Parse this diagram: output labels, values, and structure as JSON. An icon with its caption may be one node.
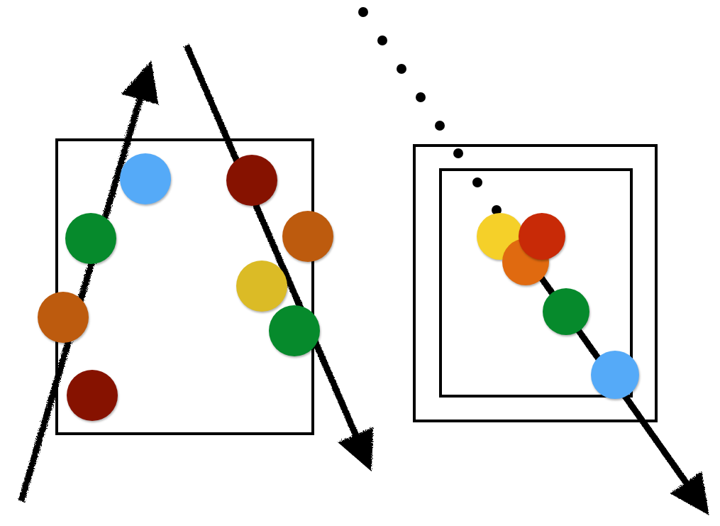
{
  "diagram": {
    "nodes": [
      {
        "text": [],
        "shape": "box"
      },
      {
        "text": [],
        "shape": "circle",
        "in": 0
      },
      {
        "text": [],
        "shape": "circle",
        "in": 0
      },
      {
        "text": [],
        "shape": "circle",
        "in": 0
      },
      {
        "text": [],
        "shape": "circle"
      },
      {
        "text": [],
        "shape": "circle"
      },
      {
        "text": [],
        "shape": "circle",
        "in": 0
      },
      {
        "text": [],
        "shape": "circle"
      },
      {
        "text": [],
        "shape": "circle",
        "in": 0
      },
      {
        "text": [],
        "shape": "box"
      },
      {
        "text": [],
        "shape": "box",
        "in": 9
      },
      {
        "text": [],
        "shape": "circle",
        "in": 10
      },
      {
        "text": [],
        "shape": "circle",
        "in": 10
      },
      {
        "text": [],
        "shape": "circle",
        "in": 10
      },
      {
        "text": [],
        "shape": "circle",
        "in": 10
      },
      {
        "text": [],
        "shape": "circle",
        "in": 9
      }
    ]
  }
}
